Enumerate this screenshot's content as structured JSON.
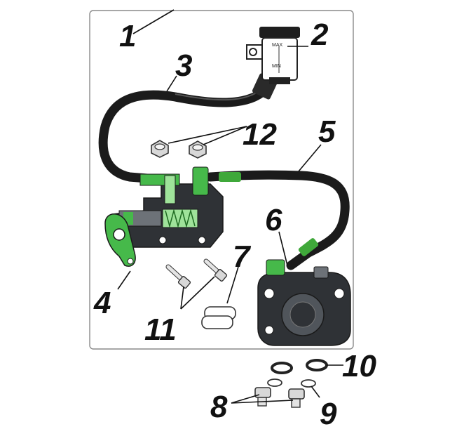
{
  "colors": {
    "hose": "#1b1b1b",
    "hose_fitting": "#3fa83a",
    "body_dark": "#2f3236",
    "cutaway_green": "#46b94a",
    "highlight": "#9fe39a",
    "frame": "#8a8a8a"
  },
  "reservoir": {
    "max_label": "MAX",
    "min_label": "MIN"
  },
  "callouts": [
    {
      "id": "1",
      "text": "1"
    },
    {
      "id": "2",
      "text": "2"
    },
    {
      "id": "3",
      "text": "3"
    },
    {
      "id": "4",
      "text": "4"
    },
    {
      "id": "5",
      "text": "5"
    },
    {
      "id": "6",
      "text": "6"
    },
    {
      "id": "7",
      "text": "7"
    },
    {
      "id": "8",
      "text": "8"
    },
    {
      "id": "9",
      "text": "9"
    },
    {
      "id": "10",
      "text": "10"
    },
    {
      "id": "11",
      "text": "11"
    },
    {
      "id": "12",
      "text": "12"
    }
  ]
}
